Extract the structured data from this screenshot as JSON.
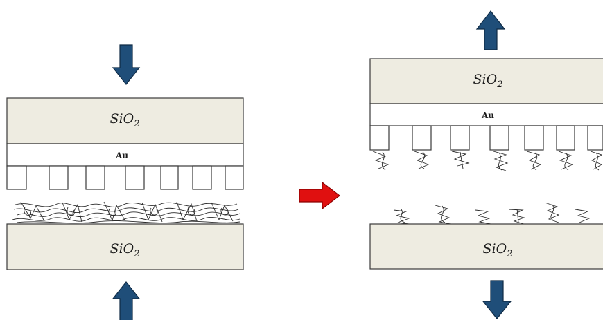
{
  "left_panel": {
    "top_substrate": {
      "label": "SiO",
      "subscript": "2"
    },
    "gold_layer": {
      "label": "Au"
    },
    "bottom_substrate": {
      "label": "SiO",
      "subscript": "2"
    }
  },
  "right_panel": {
    "top_substrate": {
      "label": "SiO",
      "subscript": "2"
    },
    "gold_layer": {
      "label": "Au"
    },
    "bottom_substrate": {
      "label": "SiO",
      "subscript": "2"
    }
  },
  "colors": {
    "substrate": "#eeece1",
    "blue_arrow": "#1f4e79",
    "red_arrow": "#e01010"
  }
}
